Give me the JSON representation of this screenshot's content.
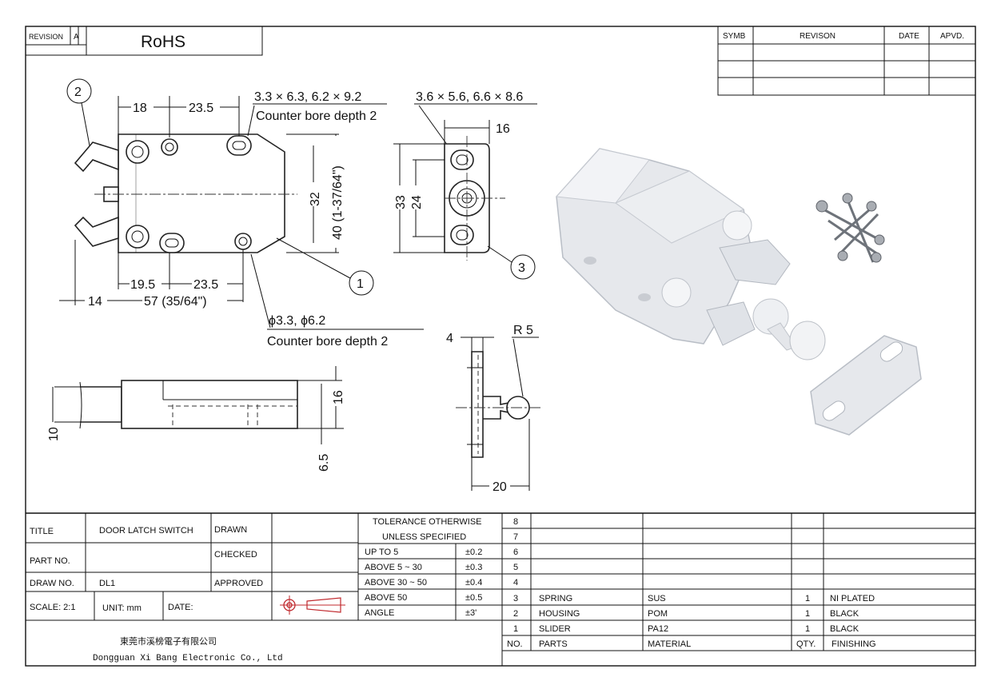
{
  "header": {
    "revision_label": "REVISION",
    "revision_value": "A",
    "compliance": "RoHS",
    "rev_table": {
      "symb": "SYMB",
      "revision": "REVISON",
      "date": "DATE",
      "apvd": "APVD."
    }
  },
  "dimensions": {
    "callout_2": "2",
    "callout_1": "1",
    "callout_3": "3",
    "d18": "18",
    "d23_5_top": "23.5",
    "slot_spec_1": "3.3 × 6.3, 6.2 × 9.2",
    "counter_bore_1": "Counter bore depth 2",
    "d32": "32",
    "d40": "40 (1-37/64\")",
    "d19_5": "19.5",
    "d23_5_bottom": "23.5",
    "d14": "14",
    "d57": "57 (35/64\")",
    "hole_spec": "ϕ3.3, ϕ6.2",
    "counter_bore_2": "Counter bore depth 2",
    "slot_spec_2": "3.6 × 5.6, 6.6 × 8.6",
    "d16_top": "16",
    "d33": "33",
    "d24": "24",
    "d4": "4",
    "r5": "R 5",
    "d20": "20",
    "d10": "10",
    "d16_side": "16",
    "d6_5": "6.5"
  },
  "title_block": {
    "title_label": "TITLE",
    "title_value": "DOOR LATCH SWITCH",
    "part_no_label": "PART NO.",
    "draw_no_label": "DRAW NO.",
    "draw_no_value": "DL1",
    "drawn_label": "DRAWN",
    "checked_label": "CHECKED",
    "approved_label": "APPROVED",
    "scale": "SCALE: 2:1",
    "unit": "UNIT: mm",
    "date_label": "DATE:",
    "tolerance_header_1": "TOLERANCE OTHERWISE",
    "tolerance_header_2": "UNLESS SPECIFIED",
    "tolerances": [
      {
        "range": "UP TO 5",
        "value": "±0.2"
      },
      {
        "range": "ABOVE 5 ~ 30",
        "value": "±0.3"
      },
      {
        "range": "ABOVE 30 ~ 50",
        "value": "±0.4"
      },
      {
        "range": "ABOVE 50",
        "value": "±0.5"
      },
      {
        "range": "ANGLE",
        "value": "±3'"
      }
    ],
    "company_cn": "東莞市溪榜電子有限公司",
    "company_en": "Dongguan Xi Bang Electronic Co., Ltd"
  },
  "bom": {
    "rows": [
      {
        "no": "8",
        "part": "",
        "material": "",
        "qty": "",
        "finish": ""
      },
      {
        "no": "7",
        "part": "",
        "material": "",
        "qty": "",
        "finish": ""
      },
      {
        "no": "6",
        "part": "",
        "material": "",
        "qty": "",
        "finish": ""
      },
      {
        "no": "5",
        "part": "",
        "material": "",
        "qty": "",
        "finish": ""
      },
      {
        "no": "4",
        "part": "",
        "material": "",
        "qty": "",
        "finish": ""
      },
      {
        "no": "3",
        "part": "SPRING",
        "material": "SUS",
        "qty": "1",
        "finish": "NI PLATED"
      },
      {
        "no": "2",
        "part": "HOUSING",
        "material": "POM",
        "qty": "1",
        "finish": "BLACK"
      },
      {
        "no": "1",
        "part": "SLIDER",
        "material": "PA12",
        "qty": "1",
        "finish": "BLACK"
      }
    ],
    "header": {
      "no": "NO.",
      "part": "PARTS",
      "material": "MATERIAL",
      "qty": "QTY.",
      "finish": "FINISHING"
    }
  }
}
